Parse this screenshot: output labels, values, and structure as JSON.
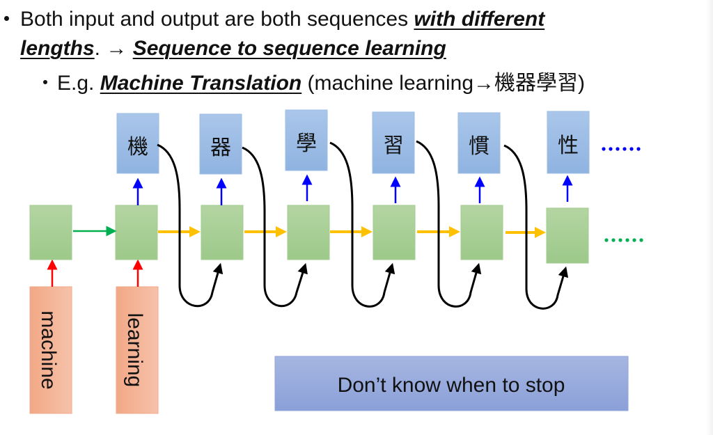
{
  "slide": {
    "bullet1": {
      "text_plain": "Both input and output are both sequences ",
      "emphasis1": "with different",
      "line2_emphasis": "lengths",
      "line2_mid": ". → ",
      "emphasis2": "Sequence to sequence learning"
    },
    "bullet2": {
      "prefix": "E.g. ",
      "emphasis": "Machine Translation",
      "suffix_open": " (machine learning→",
      "suffix_cjk": "機器學習",
      "suffix_close": ")"
    }
  },
  "diagram": {
    "inputs": [
      "machine",
      "learning"
    ],
    "outputs": [
      "機",
      "器",
      "學",
      "習",
      "慣",
      "性"
    ],
    "output_ellipsis": "……",
    "hidden_ellipsis": "……",
    "stop_note": "Don’t know when to stop",
    "colors": {
      "hidden_fill": "#a9cf94",
      "output_fill": "#9dbde4",
      "input_fill": "#f4b59a",
      "note_fill": "#94a8dc",
      "input_arrow": "#ff0000",
      "output_arrow": "#0000ff",
      "encoder_arrow": "#00b050",
      "decoder_arrow": "#ffc000",
      "feedback_arrow": "#000000"
    }
  }
}
